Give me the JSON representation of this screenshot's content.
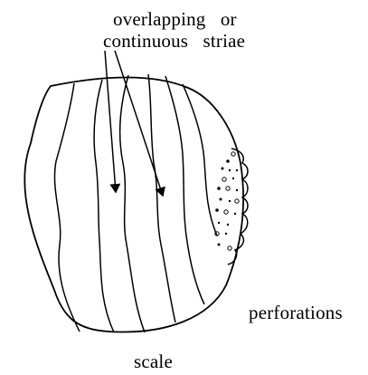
{
  "annotations": {
    "striae_line1": "overlapping   or",
    "striae_line2": "continuous   striae",
    "perforations": "perforations",
    "scale": "scale"
  }
}
